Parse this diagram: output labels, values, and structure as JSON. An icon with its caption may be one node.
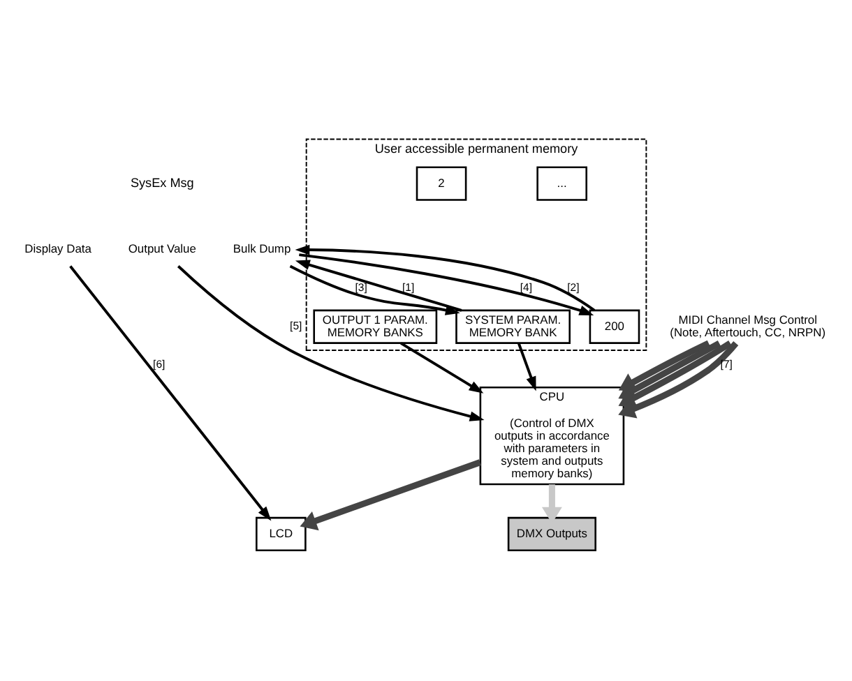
{
  "diagram": {
    "nodes": [
      {
        "text": [
          "Bulk Dump"
        ]
      },
      {
        "text": [
          "Output Value"
        ]
      },
      {
        "text": [
          "Display Data"
        ]
      },
      {
        "text": [
          "User accessible permanent memory"
        ]
      },
      {
        "text": [
          "SYSTEM PARAM.",
          "MEMORY BANK"
        ],
        "in": 3
      },
      {
        "text": [
          "200"
        ],
        "in": 3
      },
      {
        "text": [
          "..."
        ],
        "in": 3
      },
      {
        "text": [
          "2"
        ],
        "in": 3
      },
      {
        "text": [
          "OUTPUT 1 PARAM.",
          "MEMORY BANKS"
        ],
        "in": 3
      },
      {
        "text": [
          "CPU",
          "(Control of DMX outputs in accordance with parameters in system and outputs memory banks)"
        ]
      },
      {
        "text": [
          "LCD"
        ]
      },
      {
        "text": [
          "DMX Outputs"
        ]
      },
      {
        "text": [
          "MIDI Channel Msg Control (Note, Aftertouch, CC, NRPN)"
        ]
      }
    ],
    "edges": [
      {
        "from": 4,
        "to": 0,
        "arrow": "to",
        "label": "[1]"
      },
      {
        "from": 5,
        "to": 0,
        "arrow": "to",
        "label": "[2]"
      },
      {
        "from": 0,
        "to": 4,
        "arrow": "to",
        "label": "[3]"
      },
      {
        "from": 0,
        "to": 5,
        "arrow": "to",
        "label": "[4]"
      },
      {
        "from": 1,
        "to": 9,
        "arrow": "to",
        "label": "[5]"
      },
      {
        "from": 2,
        "to": 10,
        "arrow": "to",
        "label": "[6]"
      },
      {
        "from": 4,
        "to": 9,
        "arrow": "to"
      },
      {
        "from": 8,
        "to": 9,
        "arrow": "to"
      },
      {
        "from": 9,
        "to": 10,
        "arrow": "to",
        "style": "thick"
      },
      {
        "from": 9,
        "to": 11,
        "arrow": "to",
        "style": "thick",
        "color": "#c8c8c8"
      },
      {
        "from": 12,
        "to": 9,
        "arrow": "to",
        "style": "thick"
      },
      {
        "from": 12,
        "to": 9,
        "arrow": "to",
        "style": "thick"
      },
      {
        "from": 12,
        "to": 9,
        "arrow": "to",
        "style": "thick"
      },
      {
        "from": 12,
        "to": 9,
        "arrow": "to",
        "style": "thick",
        "label": "[7]"
      }
    ],
    "labels": [
      "SysEx Msg"
    ]
  }
}
